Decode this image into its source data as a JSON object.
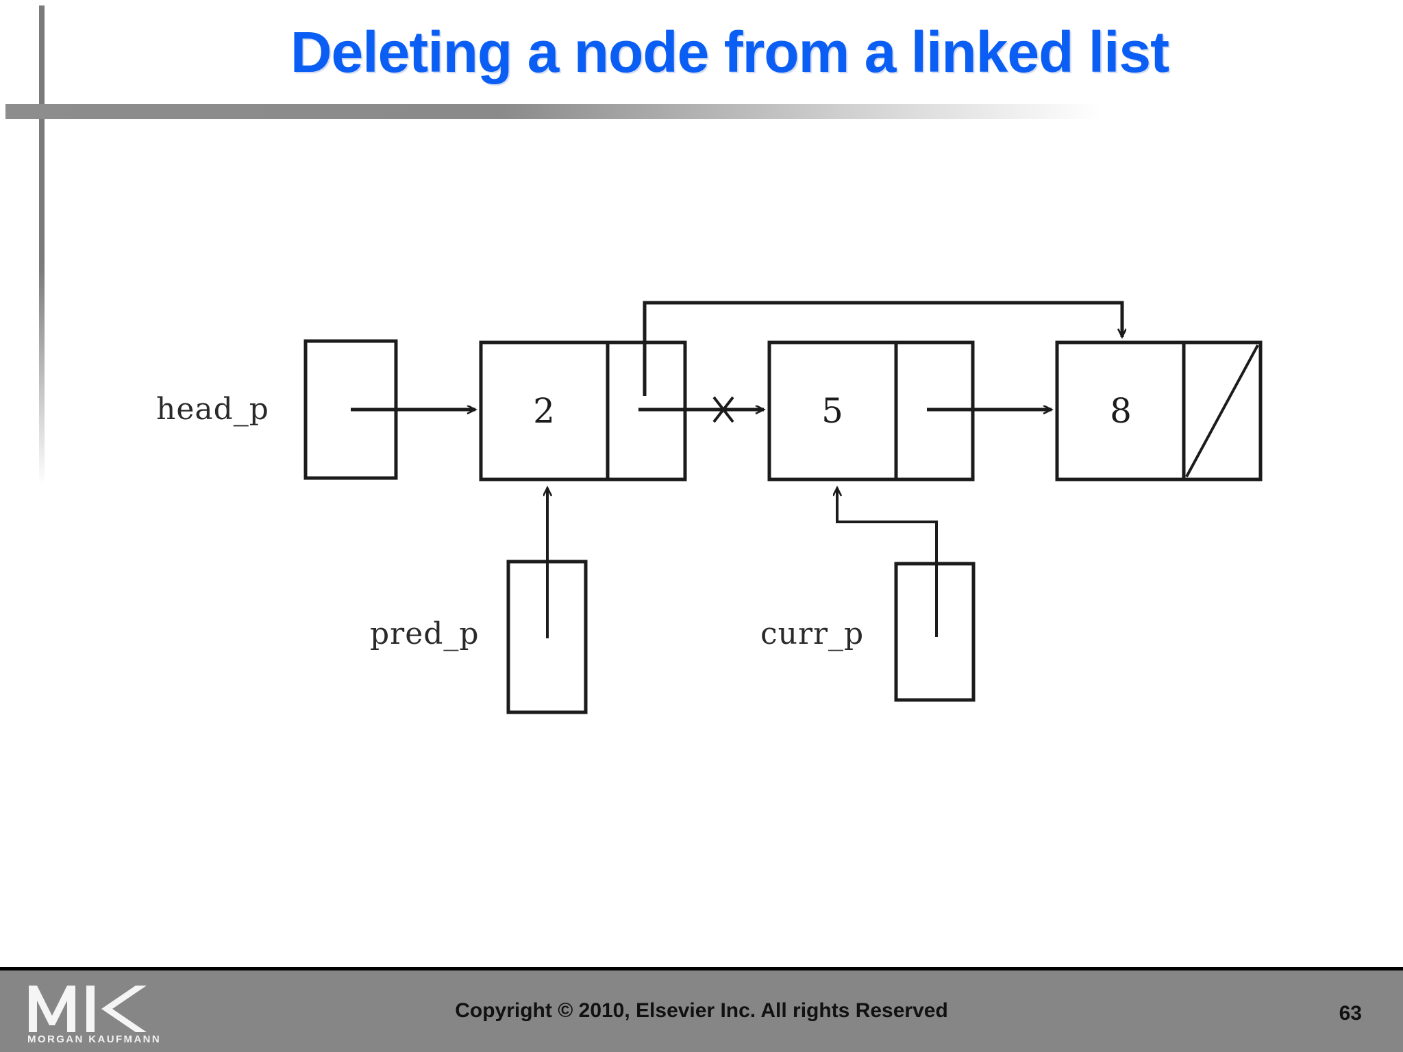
{
  "slide": {
    "title": "Deleting a node from a linked list",
    "title_color": "#0b5ef4",
    "background": "#ffffff"
  },
  "decor": {
    "vertical_rule_color": "#7b7b7b",
    "horizontal_rule_color": "#8d8d8d"
  },
  "diagram": {
    "type": "linked-list-deletion",
    "pointer_labels": {
      "head": "head_p",
      "pred": "pred_p",
      "curr": "curr_p"
    },
    "nodes": [
      {
        "value": "2",
        "name": "node-2",
        "has_null_slash": false
      },
      {
        "value": "5",
        "name": "node-5",
        "has_null_slash": false
      },
      {
        "value": "8",
        "name": "node-8",
        "has_null_slash": true
      }
    ],
    "edges": [
      {
        "name": "head-to-node-2",
        "from": "head_p",
        "to": "node-2",
        "style": "solid-arrow",
        "crossed_out": false
      },
      {
        "name": "node-2-to-node-5",
        "from": "node-2",
        "to": "node-5",
        "style": "solid-arrow",
        "crossed_out": true
      },
      {
        "name": "node-5-to-node-8",
        "from": "node-5",
        "to": "node-8",
        "style": "solid-arrow",
        "crossed_out": false
      },
      {
        "name": "node-2-bypass-to-node-8",
        "from": "node-2",
        "to": "node-8",
        "style": "routed-arrow",
        "crossed_out": false
      },
      {
        "name": "pred-to-node-2",
        "from": "pred_p",
        "to": "node-2",
        "style": "solid-arrow",
        "crossed_out": false
      },
      {
        "name": "curr-to-node-5",
        "from": "curr_p",
        "to": "node-5",
        "style": "routed-arrow",
        "crossed_out": false
      }
    ],
    "stroke_color": "#1b1b1b"
  },
  "footer": {
    "copyright": "Copyright © 2010, Elsevier Inc. All rights Reserved",
    "page_number": "63",
    "logo_mark": "MK",
    "logo_word": "MORGAN KAUFMANN",
    "background": "#868686"
  }
}
